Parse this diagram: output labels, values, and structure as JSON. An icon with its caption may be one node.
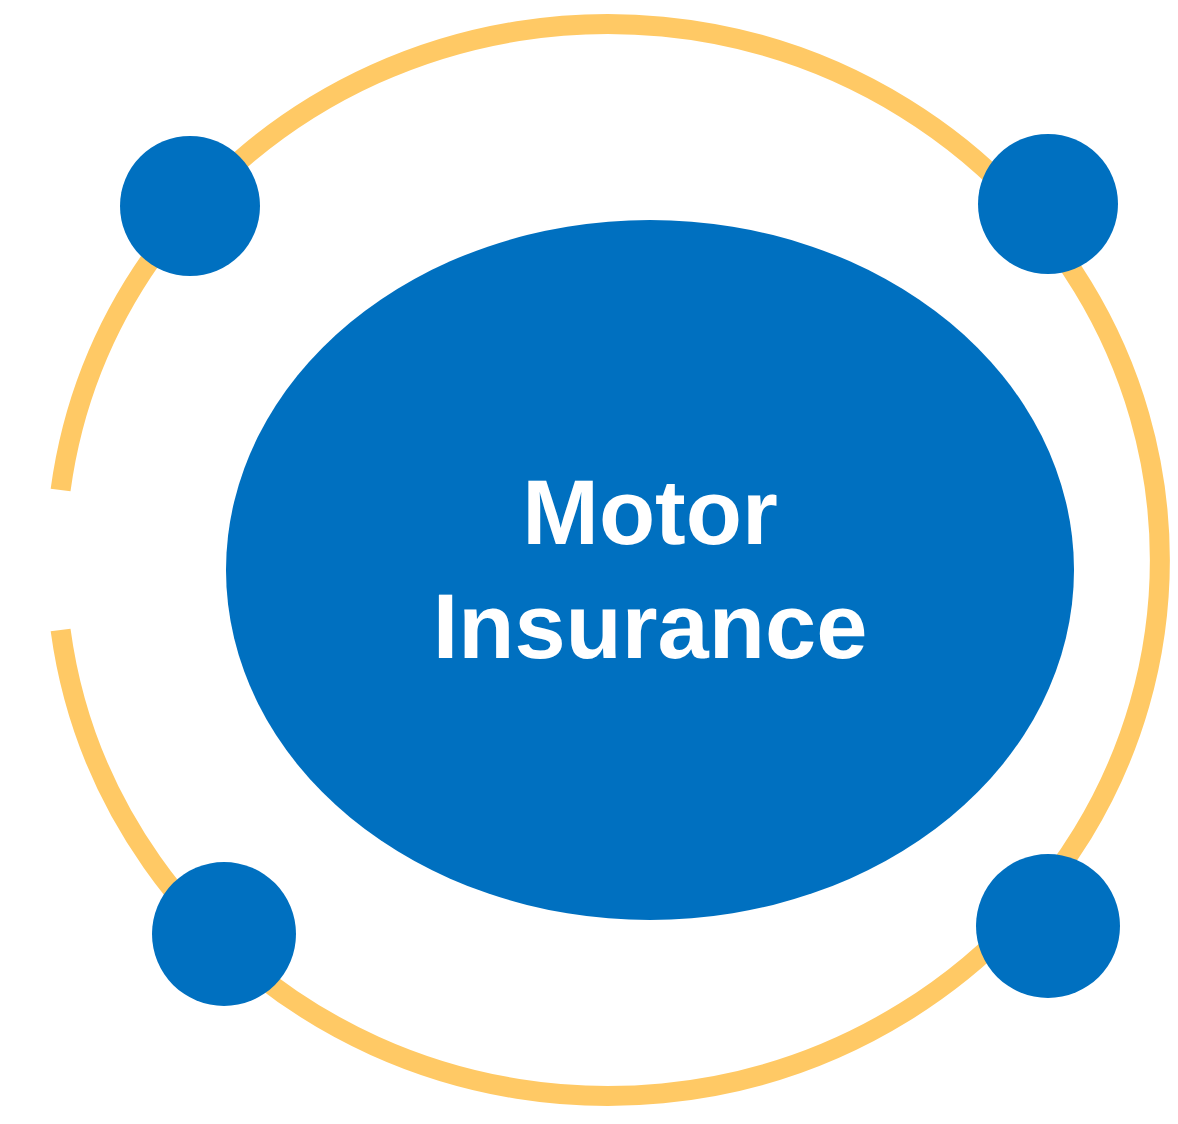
{
  "diagram": {
    "nodes": [
      {
        "text": [
          "Motor Insurance"
        ]
      },
      {
        "text": [],
        "shape": "circle"
      },
      {
        "text": [],
        "shape": "circle"
      },
      {
        "text": [],
        "shape": "circle"
      },
      {
        "text": [],
        "shape": "circle"
      }
    ],
    "edges": []
  }
}
